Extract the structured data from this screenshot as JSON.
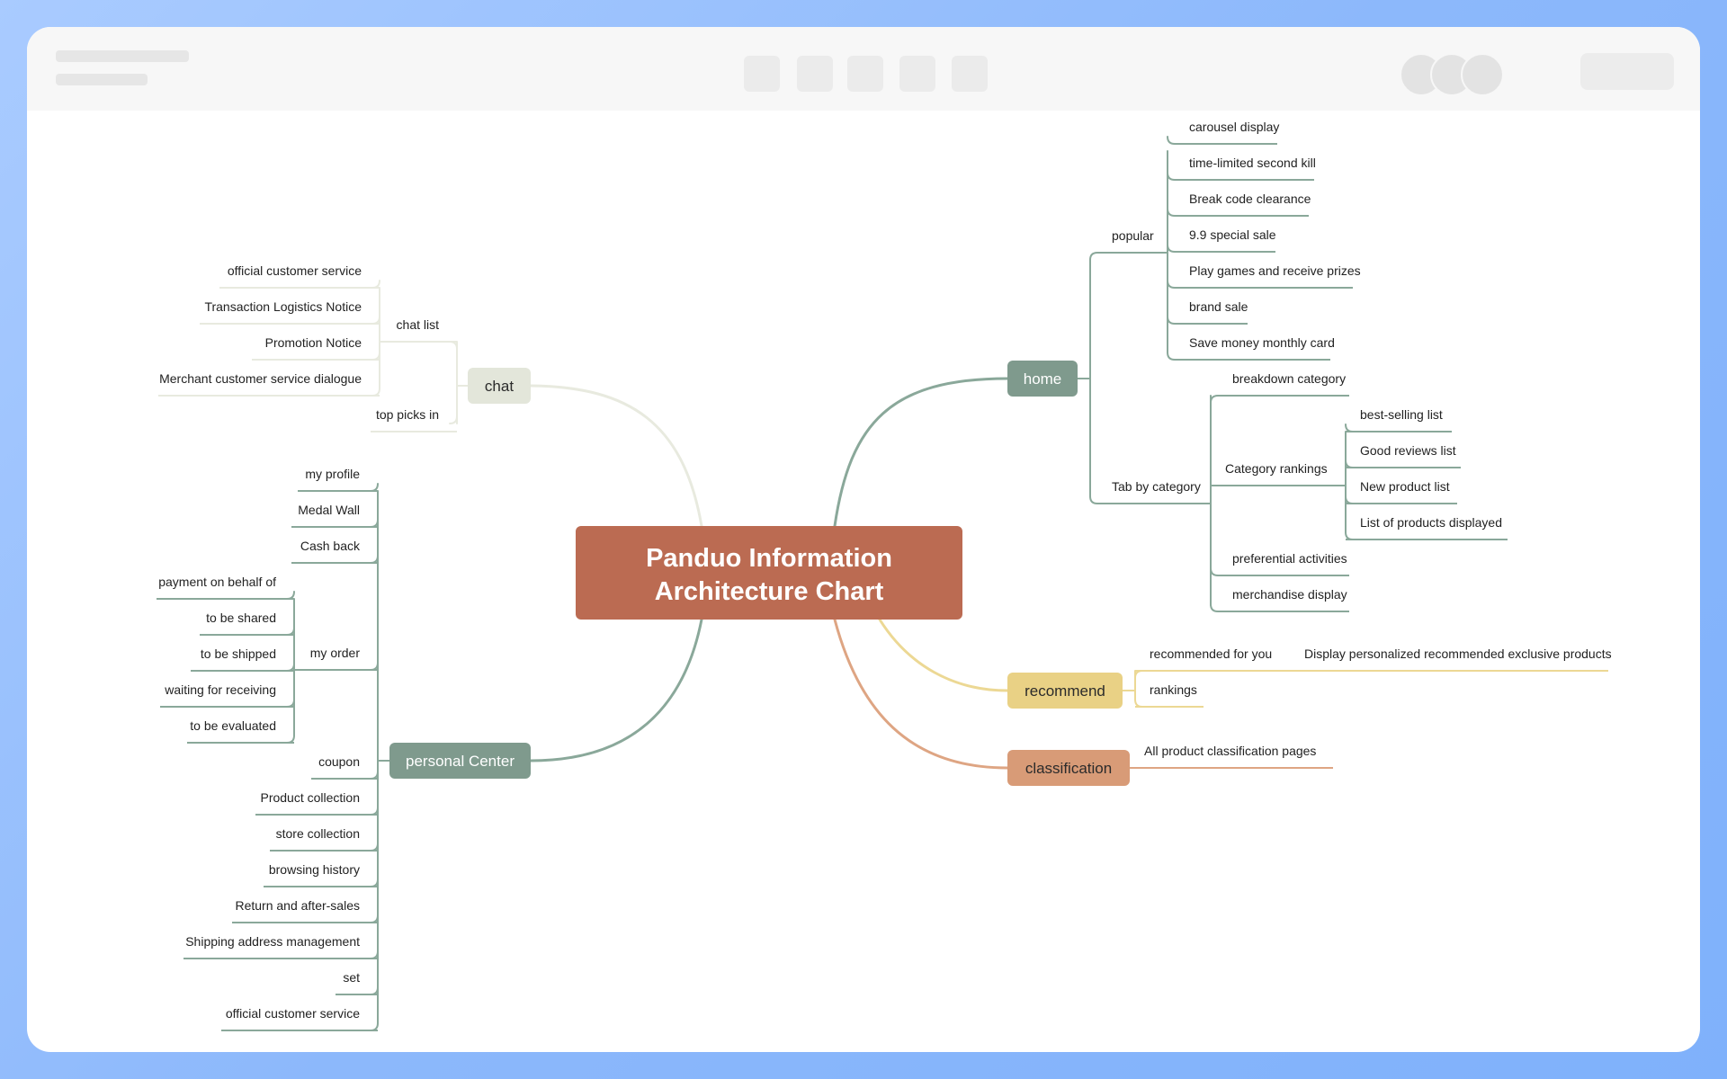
{
  "diagram": {
    "root": "Panduo Information Architecture Chart",
    "root_lines": [
      "Panduo Information",
      "Architecture Chart"
    ],
    "colors": {
      "root": "#bb6b52",
      "home": "#7f9a8d",
      "chat": "#e3e6da",
      "personal": "#7f9a8d",
      "recommend": "#e9d185",
      "classification": "#d89b77"
    },
    "branches": {
      "home": {
        "label": "home",
        "popular": {
          "label": "popular",
          "items": [
            "carousel display",
            "time-limited second kill",
            "Break code clearance",
            "9.9 special sale",
            "Play games and receive prizes",
            "brand sale",
            "Save money monthly card"
          ]
        },
        "tab": {
          "label": "Tab by category",
          "breakdown": "breakdown category",
          "rankings": {
            "label": "Category rankings",
            "items": [
              "best-selling list",
              "Good reviews list",
              "New product list",
              "List of products displayed"
            ]
          },
          "preferential": "preferential activities",
          "merchandise": "merchandise display"
        }
      },
      "chat": {
        "label": "chat",
        "chat_list": {
          "label": "chat list",
          "items": [
            "official customer service",
            "Transaction Logistics Notice",
            "Promotion Notice",
            "Merchant customer service dialogue"
          ]
        },
        "top_picks": "top picks in"
      },
      "personal": {
        "label": "personal Center",
        "my_profile": "my profile",
        "medal_wall": "Medal Wall",
        "cash_back": "Cash back",
        "my_order": {
          "label": "my order",
          "items": [
            "payment on behalf of",
            "to be shared",
            "to be shipped",
            "waiting for receiving",
            "to be evaluated"
          ]
        },
        "coupon": "coupon",
        "product_collection": "Product collection",
        "store_collection": "store collection",
        "browsing_history": "browsing history",
        "return_after_sales": "Return and after-sales",
        "shipping_address": "Shipping address management",
        "set": "set",
        "official_cs": "official customer service"
      },
      "recommend": {
        "label": "recommend",
        "for_you": "recommended for you",
        "for_you_detail": "Display personalized recommended exclusive products",
        "rankings": "rankings"
      },
      "classification": {
        "label": "classification",
        "all_pages": "All product classification pages"
      }
    }
  }
}
